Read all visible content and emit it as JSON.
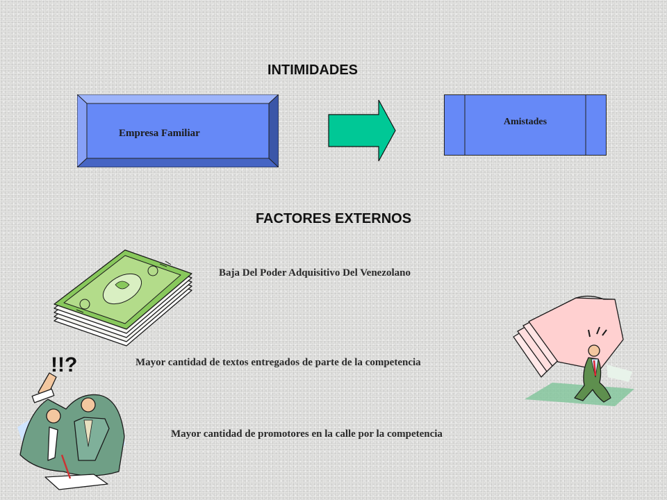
{
  "diagram": {
    "section_intimidades": {
      "title": "INTIMIDADES",
      "source_box": "Empresa Familiar",
      "target_box": "Amistades"
    },
    "section_factores": {
      "title": "FACTORES EXTERNOS",
      "items": [
        "Baja Del Poder Adquisitivo Del Venezolano",
        "Mayor cantidad de textos entregados de parte de la competencia",
        "Mayor cantidad de  promotores en la calle  por la competencia"
      ]
    }
  },
  "colors": {
    "box_fill": "#6689f7",
    "box_bevel_light": "#9db4fb",
    "box_bevel_dark": "#3b56a8",
    "arrow_fill": "#00c896",
    "money_green": "#88c85c"
  },
  "icons": [
    "money-stack-icon",
    "papers-burden-icon",
    "stressed-people-icon"
  ]
}
